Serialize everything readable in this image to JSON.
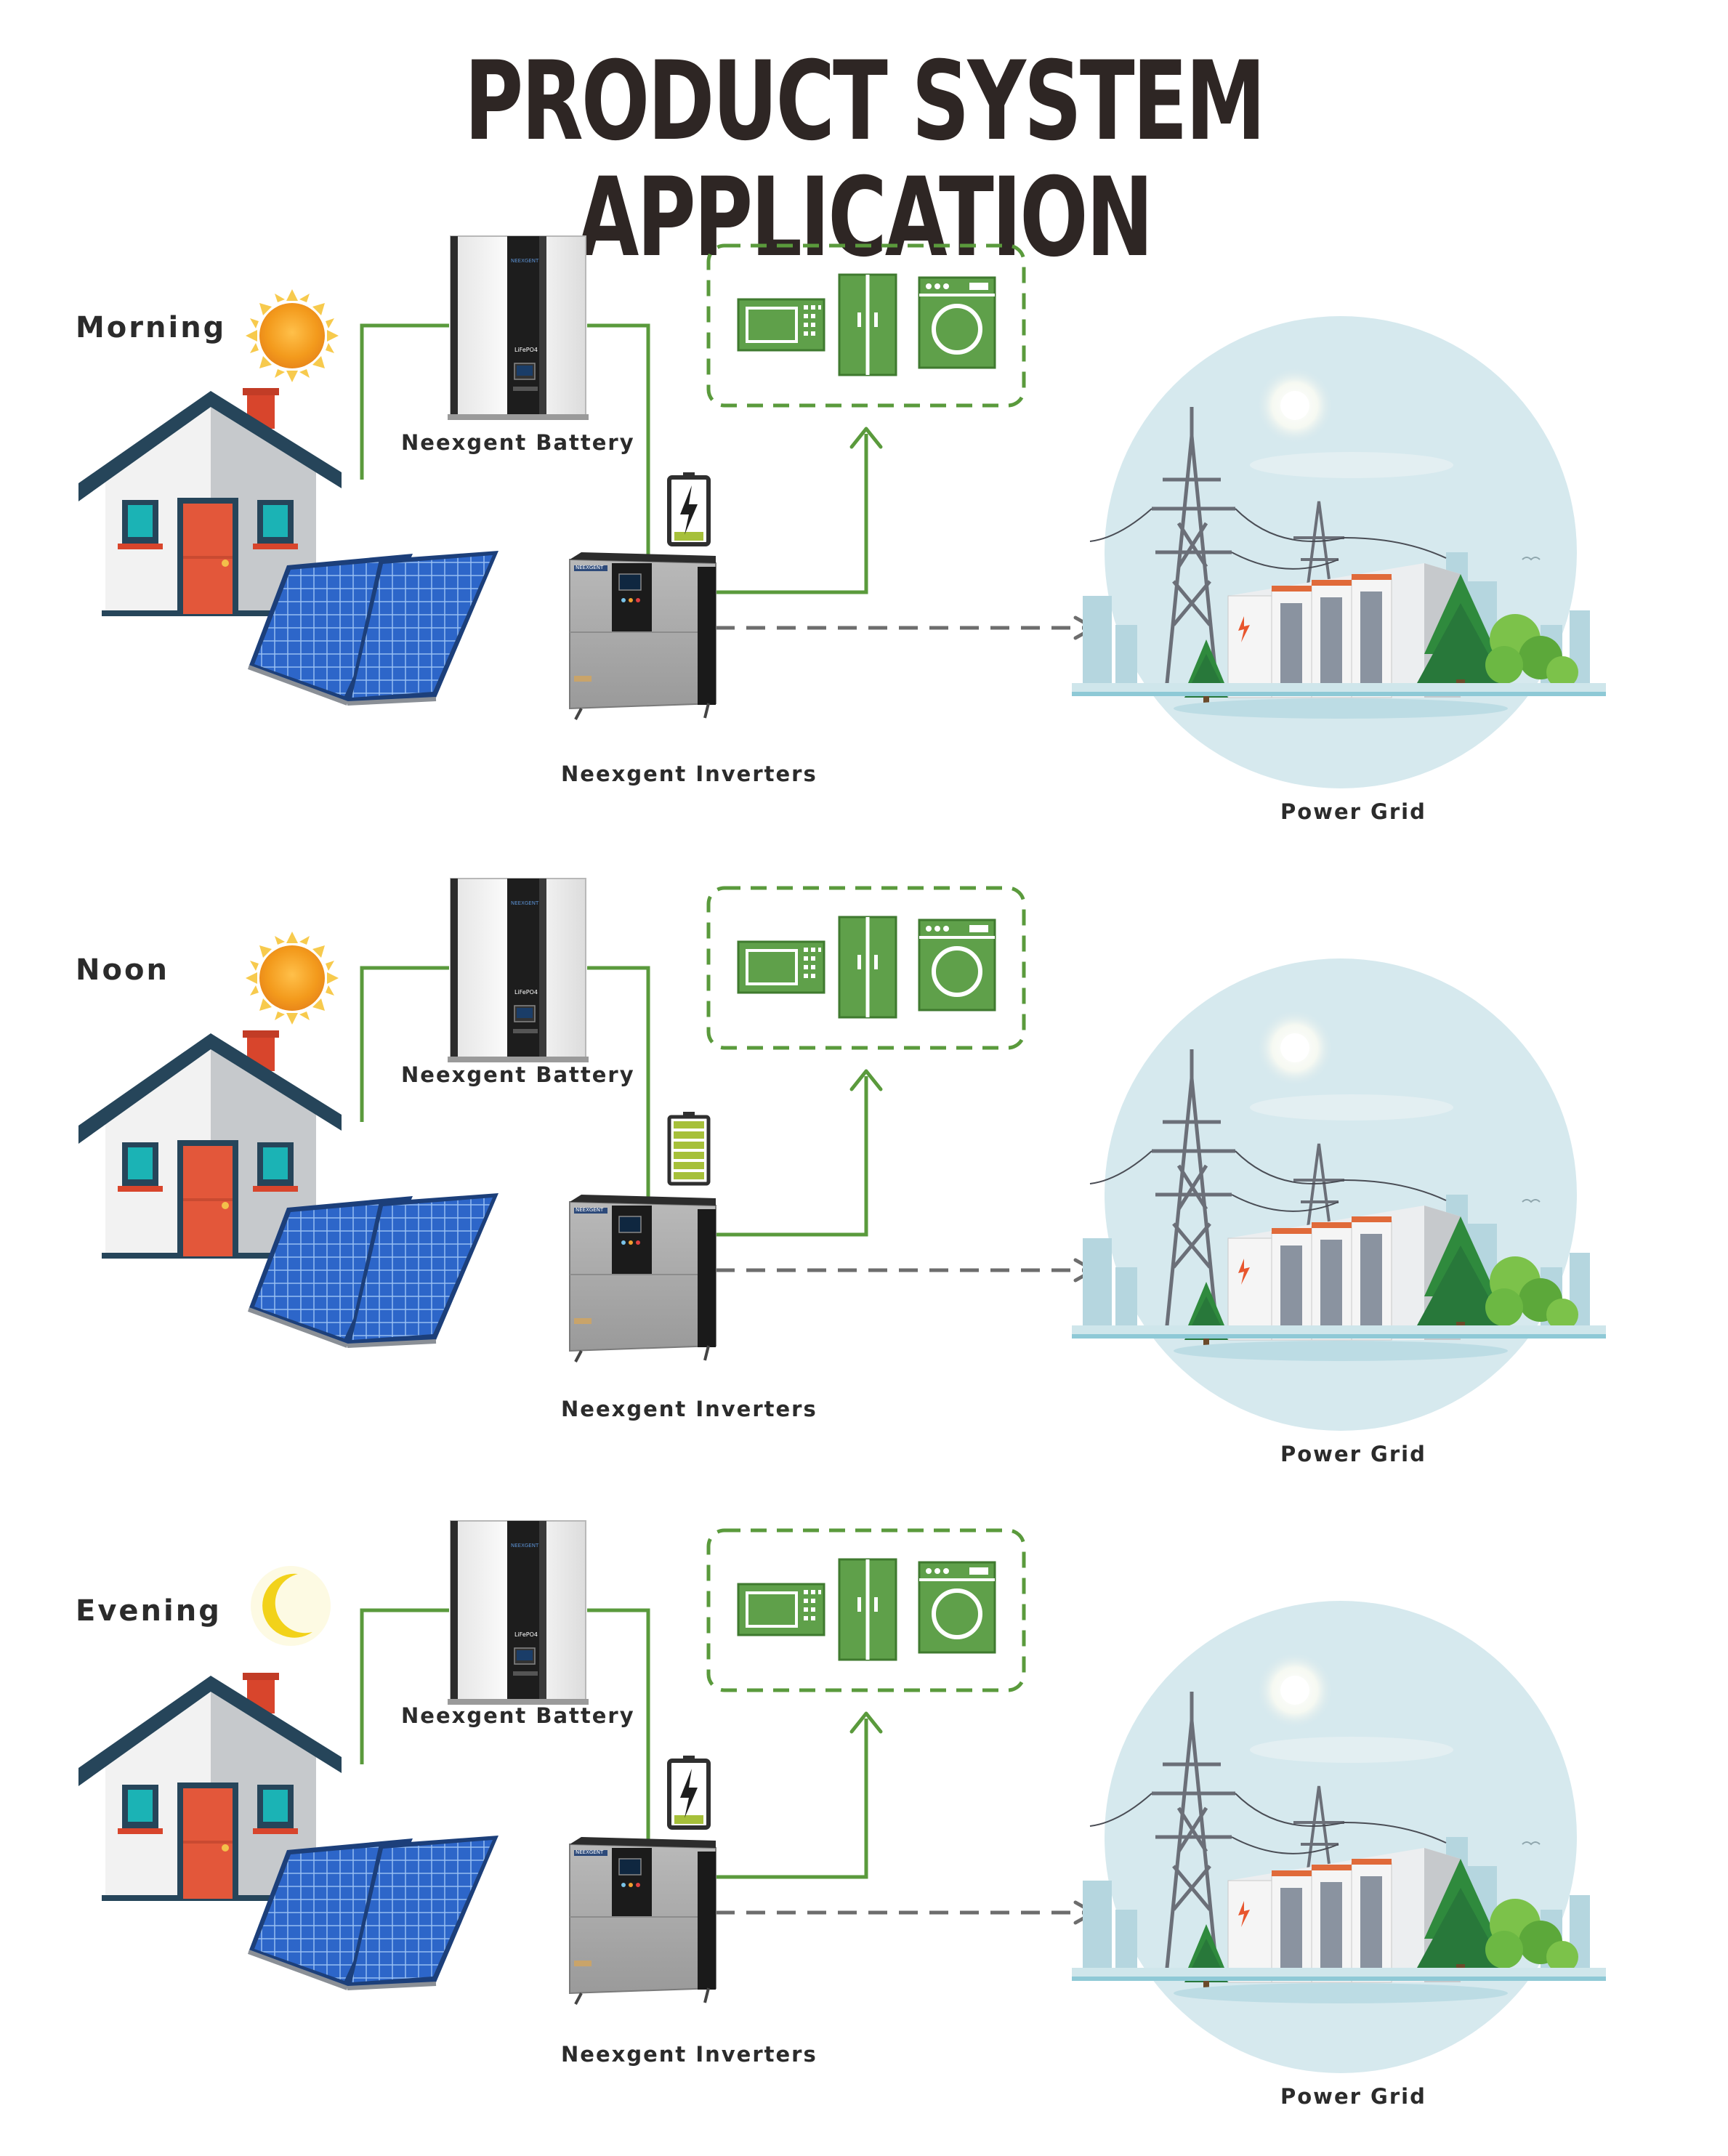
{
  "title": "PRODUCT SYSTEM APPLICATION",
  "panels": [
    {
      "time_label": "Morning",
      "sky": "sun",
      "battery_label": "Neexgent Battery",
      "inverter_label": "Neexgent Inverters",
      "grid_label": "Power Grid",
      "battery_state": "charging-icon"
    },
    {
      "time_label": "Noon",
      "sky": "sun",
      "battery_label": "Neexgent Battery",
      "inverter_label": "Neexgent Inverters",
      "grid_label": "Power Grid",
      "battery_state": "battery-full-icon"
    },
    {
      "time_label": "Evening",
      "sky": "moon",
      "battery_label": "Neexgent Battery",
      "inverter_label": "Neexgent Inverters",
      "grid_label": "Power Grid",
      "battery_state": "charging-icon"
    }
  ],
  "device_text": {
    "brand": "NEEXGENT",
    "chem": "LiFePO4"
  },
  "colors": {
    "green": "#5a9a3c",
    "appliance_green": "#5fa04a",
    "dashed_gray": "#6d6d6d",
    "title": "#2e2624",
    "roof": "#26455a",
    "door": "#e3573a",
    "sun": "#f29a1f",
    "moon": "#f2d21a",
    "grid_bg": "#d6e9ee"
  }
}
